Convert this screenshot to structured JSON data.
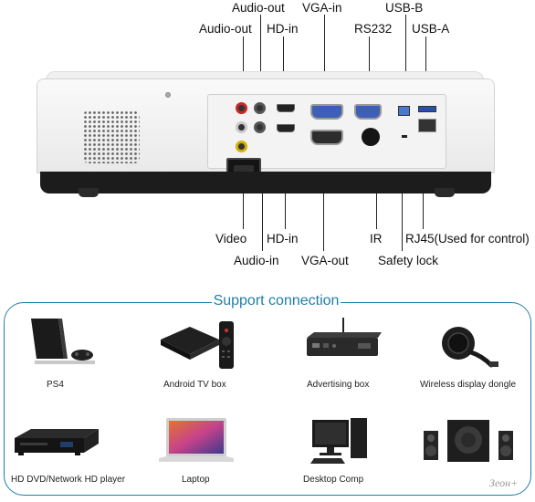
{
  "ports": {
    "top_row1": {
      "audio_out": "Audio-out",
      "vga_in": "VGA-in",
      "usb_b": "USB-B"
    },
    "top_row2": {
      "audio_out": "Audio-out",
      "hd_in": "HD-in",
      "rs232": "RS232",
      "usb_a": "USB-A"
    },
    "bottom_row1": {
      "video": "Video",
      "hd_in": "HD-in",
      "ir": "IR",
      "rj45": "RJ45(Used for control)"
    },
    "bottom_row2": {
      "audio_in": "Audio-in",
      "vga_out": "VGA-out",
      "safety_lock": "Safety lock"
    }
  },
  "support": {
    "title": "Support connection",
    "devices": [
      {
        "label": "PS4",
        "icon": "ps4-console-icon"
      },
      {
        "label": "Android TV box",
        "icon": "android-tv-box-icon"
      },
      {
        "label": "Advertising box",
        "icon": "advertising-box-icon"
      },
      {
        "label": "Wireless display dongle",
        "icon": "wireless-dongle-icon"
      },
      {
        "label": "HD DVD/Network HD player",
        "icon": "dvd-player-icon"
      },
      {
        "label": "Laptop",
        "icon": "laptop-icon"
      },
      {
        "label": "Desktop Comp",
        "icon": "desktop-computer-icon"
      },
      {
        "label": "",
        "icon": "speakers-icon"
      }
    ]
  },
  "watermark": "Зеон+"
}
